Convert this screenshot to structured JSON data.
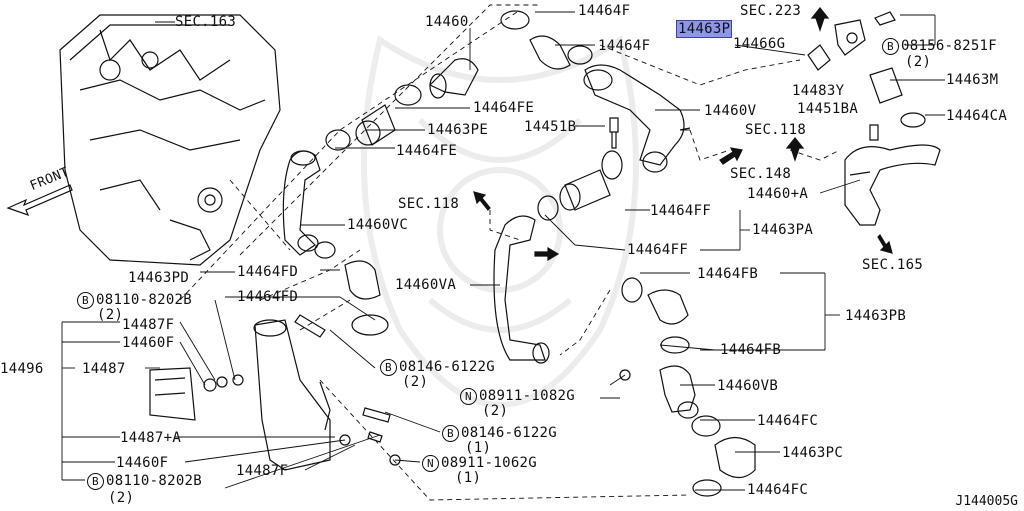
{
  "diagram": {
    "code": "J144005G",
    "front_label": "FRONT",
    "highlighted": "14463P",
    "labels": {
      "sec163": "SEC.163",
      "p14460": "14460",
      "p14464F_top": "14464F",
      "p14463P": "14463P",
      "p14464F_2": "14464F",
      "sec223": "SEC.223",
      "p14466G": "14466G",
      "b08156": "08156-8251F",
      "b08156_qty": "(2)",
      "p14463M": "14463M",
      "p14483Y": "14483Y",
      "p14451BA": "14451BA",
      "p14464CA": "14464CA",
      "p14464FE_1": "14464FE",
      "p14463PE": "14463PE",
      "p14464FE_2": "14464FE",
      "p14460V": "14460V",
      "p14451B": "14451B",
      "sec118_r": "SEC.118",
      "sec148": "SEC.148",
      "p14460A": "14460+A",
      "sec118_l": "SEC.118",
      "p14460VC": "14460VC",
      "p14464FF_1": "14464FF",
      "p14463PA": "14463PA",
      "p14464FF_2": "14464FF",
      "sec165": "SEC.165",
      "p14463PD": "14463PD",
      "p14464FD_1": "14464FD",
      "p14464FB_1": "14464FB",
      "b08110_top": "08110-8202B",
      "b08110_top_qty": "(2)",
      "p14464FD_2": "14464FD",
      "p14460VA": "14460VA",
      "p14463PB": "14463PB",
      "p14487F_1": "14487F",
      "p14460F_1": "14460F",
      "p14496": "14496",
      "p14487": "14487",
      "b08146_1": "08146-6122G",
      "b08146_1_qty": "(2)",
      "p14464FB_2": "14464FB",
      "p14460VB": "14460VB",
      "n08911_1": "08911-1082G",
      "n08911_1_qty": "(2)",
      "p14464FC_1": "14464FC",
      "p14487A": "14487+A",
      "b08146_2": "08146-6122G",
      "b08146_2_qty": "(1)",
      "p14463PC": "14463PC",
      "p14460F_2": "14460F",
      "n08911_2": "08911-1062G",
      "n08911_2_qty": "(1)",
      "p14487F_2": "14487F",
      "b08110_bot": "08110-8202B",
      "b08110_bot_qty": "(2)",
      "p14464FC_2": "14464FC"
    },
    "markers": {
      "bolt": "B",
      "nut": "N"
    }
  }
}
